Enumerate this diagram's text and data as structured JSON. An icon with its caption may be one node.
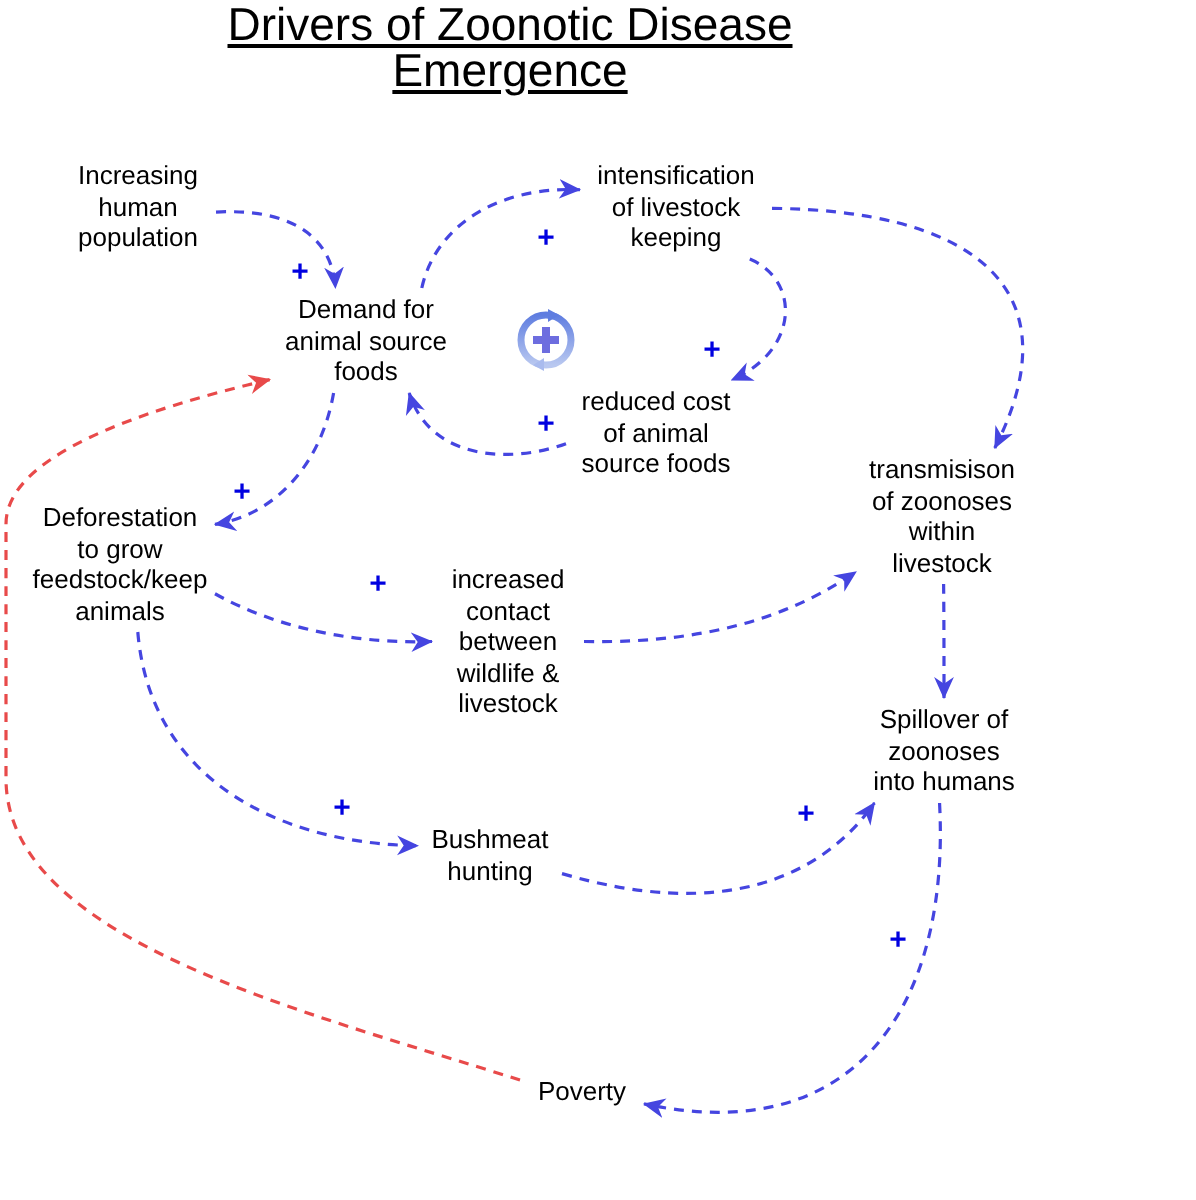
{
  "diagram": {
    "title": "Drivers of Zoonotic Disease Emergence",
    "nodes": [
      {
        "text": [
          "Increasing human population"
        ]
      },
      {
        "text": [
          "Demand for animal source foods"
        ]
      },
      {
        "text": [
          "intensification of livestock keeping"
        ]
      },
      {
        "text": [
          "reduced cost of animal source foods"
        ]
      },
      {
        "text": [
          "Deforestation to grow feedstock/keep animals"
        ]
      },
      {
        "text": [
          "increased contact between wildlife & livestock"
        ]
      },
      {
        "text": [
          "transmisison of zoonoses within livestock"
        ]
      },
      {
        "text": [
          "Spillover of zoonoses into humans"
        ]
      },
      {
        "text": [
          "Bushmeat hunting"
        ]
      },
      {
        "text": [
          "Poverty"
        ]
      }
    ],
    "edges": [
      {
        "from": 0,
        "to": 1,
        "arrow": "to",
        "label": "+"
      },
      {
        "from": 1,
        "to": 2,
        "arrow": "to",
        "label": "+"
      },
      {
        "from": 2,
        "to": 3,
        "arrow": "to",
        "label": "+"
      },
      {
        "from": 3,
        "to": 1,
        "arrow": "to",
        "label": "+"
      },
      {
        "from": 1,
        "to": 4,
        "arrow": "to",
        "label": "+"
      },
      {
        "from": 2,
        "to": 6,
        "arrow": "to"
      },
      {
        "from": 4,
        "to": 5,
        "arrow": "to",
        "label": "+"
      },
      {
        "from": 5,
        "to": 6,
        "arrow": "to"
      },
      {
        "from": 6,
        "to": 7,
        "arrow": "to"
      },
      {
        "from": 4,
        "to": 8,
        "arrow": "to",
        "label": "+"
      },
      {
        "from": 8,
        "to": 7,
        "arrow": "to",
        "label": "+"
      },
      {
        "from": 7,
        "to": 9,
        "arrow": "to",
        "label": "+"
      },
      {
        "from": 9,
        "to": 1,
        "arrow": "to",
        "color": "#e84a4a"
      }
    ]
  }
}
